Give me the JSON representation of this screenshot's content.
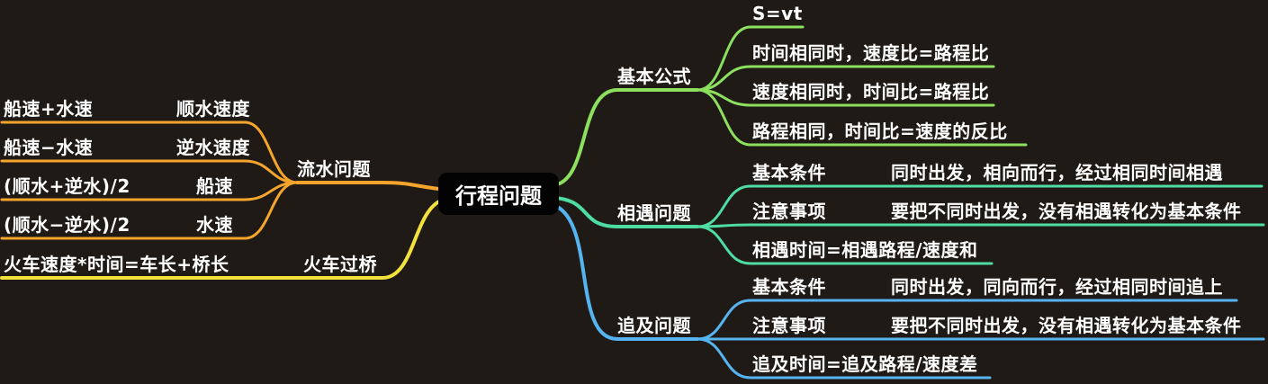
{
  "canvas": {
    "background": "#1f1a16",
    "central_node_bg": "#030303",
    "text_color": "#ffffff"
  },
  "root": {
    "label": "行程问题"
  },
  "branches": [
    {
      "label": "基本公式",
      "color": "#8ce05e",
      "children": [
        {
          "label": "S=vt"
        },
        {
          "label": "时间相同时，速度比=路程比"
        },
        {
          "label": "速度相同时，时间比=路程比"
        },
        {
          "label": "路程相同，时间比=速度的反比"
        }
      ]
    },
    {
      "label": "相遇问题",
      "color": "#4edca2",
      "children": [
        {
          "label": "基本条件",
          "detail": "同时出发，相向而行，经过相同时间相遇"
        },
        {
          "label": "注意事项",
          "detail": "要把不同时出发，没有相遇转化为基本条件"
        },
        {
          "label": "相遇时间=相遇路程/速度和"
        }
      ]
    },
    {
      "label": "追及问题",
      "color": "#55b4f0",
      "children": [
        {
          "label": "基本条件",
          "detail": "同时出发，同向而行，经过相同时间追上"
        },
        {
          "label": "注意事项",
          "detail": "要把不同时出发，没有相遇转化为基本条件"
        },
        {
          "label": "追及时间=追及路程/速度差"
        }
      ]
    },
    {
      "label": "流水问题",
      "color": "#f5a52c",
      "children": [
        {
          "label": "顺水速度",
          "formula": "船速+水速"
        },
        {
          "label": "逆水速度",
          "formula": "船速−水速"
        },
        {
          "label": "船速",
          "formula": "(顺水+逆水)/2"
        },
        {
          "label": "水速",
          "formula": "(顺水−逆水)/2"
        }
      ]
    },
    {
      "label": "火车过桥",
      "color": "#f3e13c",
      "children": [
        {
          "label": "火车速度*时间=车长+桥长"
        }
      ]
    }
  ]
}
